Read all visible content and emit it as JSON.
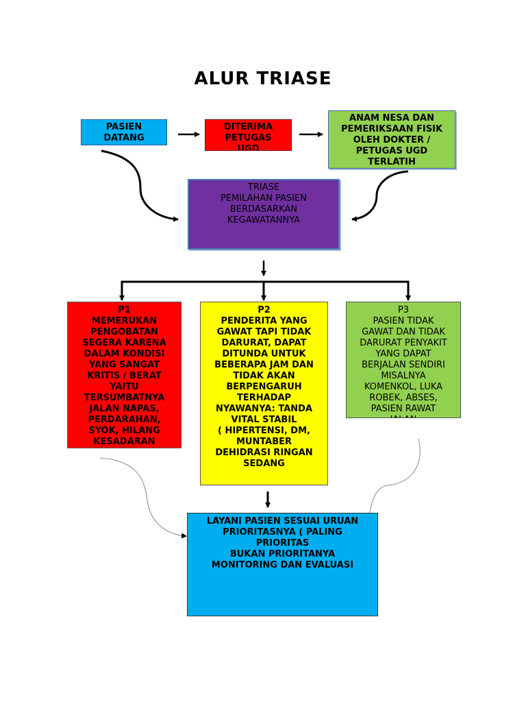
{
  "title": "ALUR TRIASE",
  "boxes": {
    "pasien": [
      "PASIEN",
      "DATANG"
    ],
    "diterima": [
      "DITERIMA",
      "PETUGAS",
      "UGD"
    ],
    "anamnesa": [
      "ANAM NESA DAN",
      "PEMERIKSAAN FISIK",
      "OLEH DOKTER /",
      "PETUGAS UGD",
      "TERLATIH"
    ],
    "triase": [
      "TRIASE",
      "PEMILAHAN PASIEN",
      "BERDASARKAN",
      "KEGAWATANNYA"
    ],
    "p1": [
      "P1",
      "MEMERUKAN",
      "PENGOBATAN",
      "SEGERA KARENA",
      "DALAM KONDISI",
      "YANG SANGAT",
      "KRITIS / BERAT",
      "YAITU",
      "TERSUMBATNYA",
      "JALAN NAPAS,",
      "PERDARAHAN,",
      "SYOK, HILANG",
      "KESADARAN"
    ],
    "p2": [
      "P2",
      "PENDERITA YANG",
      "GAWAT TAPI TIDAK",
      "DARURAT, DAPAT",
      "DITUNDA UNTUK",
      "BEBERAPA JAM DAN",
      "TIDAK AKAN",
      "BERPENGARUH",
      "TERHADAP",
      "NYAWANYA: TANDA",
      "VITAL STABIL",
      "( HIPERTENSI, DM,",
      "MUNTABER",
      "DEHIDRASI RINGAN",
      "SEDANG"
    ],
    "p3": [
      "P3",
      "PASIEN TIDAK",
      "GAWAT DAN TIDAK",
      "DARURAT PENYAKIT",
      "YANG DAPAT",
      "BERJALAN SENDIRI",
      "MISALNYA",
      "KOMENKOL, LUKA",
      "ROBEK, ABSES,",
      "PASIEN RAWAT",
      "JALAN"
    ],
    "layani": [
      "LAYANI PASIEN SESUAI URUAN",
      "PRIORITASNYA ( PALING",
      "PRIORITAS",
      "BUKAN PRIORITANYA",
      "MONITORING DAN EVALUASI"
    ]
  }
}
